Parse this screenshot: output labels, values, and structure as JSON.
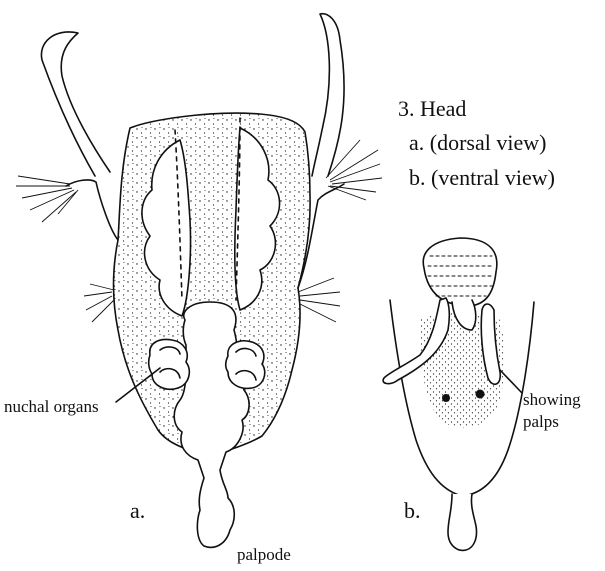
{
  "caption": {
    "title": "3. Head",
    "view_a": "a. (dorsal view)",
    "view_b": "b. (ventral view)"
  },
  "labels": {
    "nuchal_organs": "nuchal organs",
    "showing_line1": "showing",
    "showing_line2": "palps",
    "palpode": "palpode",
    "panel_a": "a.",
    "panel_b": "b."
  },
  "colors": {
    "ink": "#111111",
    "paper": "#ffffff"
  }
}
